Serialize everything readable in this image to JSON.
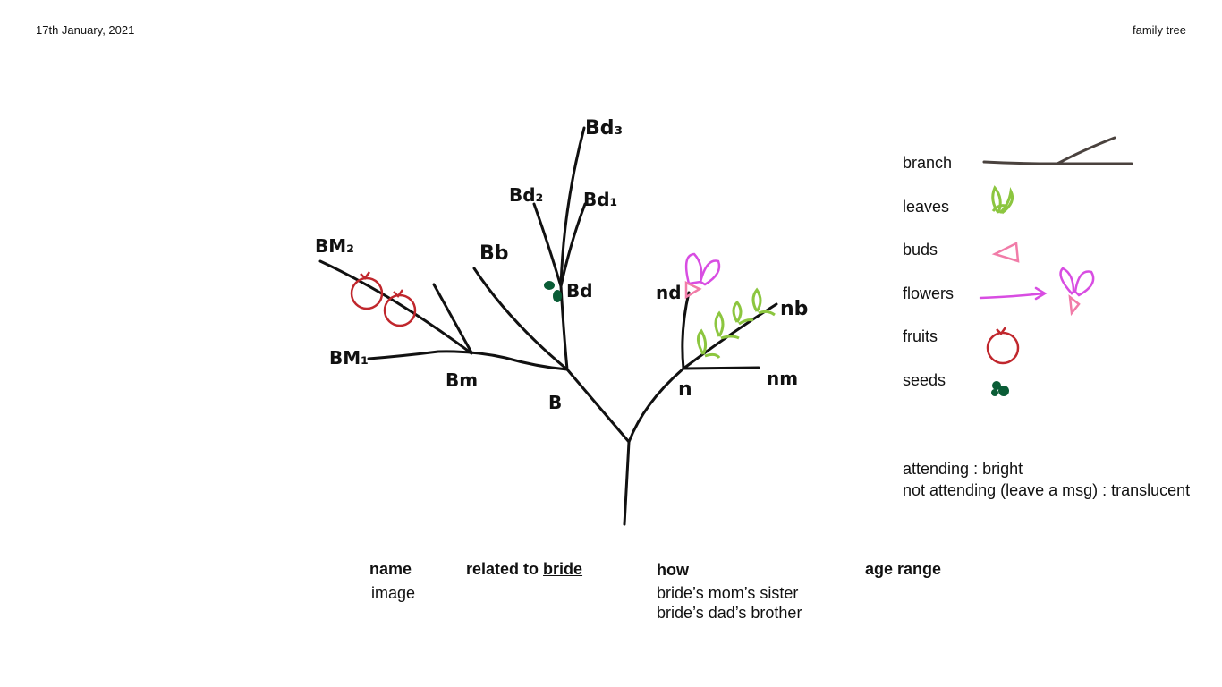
{
  "header": {
    "date": "17th January, 2021",
    "title": "family tree"
  },
  "tree": {
    "labels": {
      "bm2": "BM₂",
      "bm1": "BM₁",
      "bm": "Bm",
      "bb": "Bb",
      "bd2": "Bd₂",
      "bd1": "Bd₁",
      "bd3": "Bd₃",
      "bd": "Bd",
      "b": "B",
      "nd": "nd",
      "nb": "nb",
      "n": "n",
      "nm": "nm"
    },
    "colors": {
      "branch": "#111111",
      "fruit": "#c0272d",
      "leaf": "#8cc63f",
      "bud": "#f17ca8",
      "flower": "#d84de2",
      "seed": "#0a5c36"
    }
  },
  "legend": {
    "items": [
      {
        "label": "branch",
        "icon": "branch-icon"
      },
      {
        "label": "leaves",
        "icon": "leaf-icon"
      },
      {
        "label": "buds",
        "icon": "bud-icon"
      },
      {
        "label": "flowers",
        "icon": "flower-icon"
      },
      {
        "label": "fruits",
        "icon": "apple-icon"
      },
      {
        "label": "seeds",
        "icon": "seed-icon"
      }
    ],
    "branch_color": "#4a423e"
  },
  "notes": {
    "attending": "attending : bright",
    "not_attending": "not attending (leave a msg) : translucent"
  },
  "table": {
    "headers": {
      "name": "name",
      "related_prefix": "related to ",
      "related_link": "bride",
      "how": "how",
      "age": "age range"
    },
    "name_value": "image",
    "how_values": [
      "bride’s mom’s sister",
      "bride’s dad’s brother"
    ]
  }
}
